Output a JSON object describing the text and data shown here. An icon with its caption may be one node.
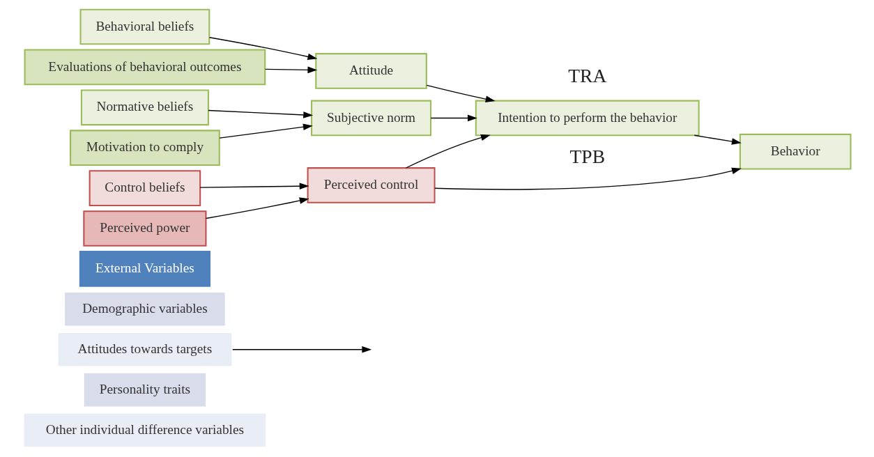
{
  "diagram": {
    "nodes": [
      {
        "text": [
          "External Variables"
        ]
      },
      {
        "text": [
          "Demographic variables"
        ]
      },
      {
        "text": [
          "Attitudes towards targets"
        ]
      },
      {
        "text": [
          "Personality traits"
        ]
      },
      {
        "text": [
          "Other individual difference variables"
        ]
      },
      {
        "text": [
          "Behavioral beliefs"
        ]
      },
      {
        "text": [
          "Evaluations of behavioral outcomes"
        ]
      },
      {
        "text": [
          "Normative beliefs"
        ]
      },
      {
        "text": [
          "Motivation to comply"
        ]
      },
      {
        "text": [
          "Control beliefs"
        ]
      },
      {
        "text": [
          "Perceived power"
        ]
      },
      {
        "text": [
          "Attitude"
        ]
      },
      {
        "text": [
          "Subjective norm"
        ]
      },
      {
        "text": [
          "Perceived control"
        ]
      },
      {
        "text": [
          "Intention to perform the behavior"
        ]
      },
      {
        "text": [
          "Behavior"
        ]
      }
    ],
    "edges": [
      {
        "from": 2,
        "to": null,
        "arrow": "to"
      },
      {
        "from": 5,
        "to": 11,
        "arrow": "to"
      },
      {
        "from": 6,
        "to": 11,
        "arrow": "to"
      },
      {
        "from": 7,
        "to": 12,
        "arrow": "to"
      },
      {
        "from": 8,
        "to": 12,
        "arrow": "to"
      },
      {
        "from": 9,
        "to": 13,
        "arrow": "to"
      },
      {
        "from": 10,
        "to": 13,
        "arrow": "to"
      },
      {
        "from": 11,
        "to": 14,
        "arrow": "to"
      },
      {
        "from": 12,
        "to": 14,
        "arrow": "to"
      },
      {
        "from": 13,
        "to": 14,
        "arrow": "to"
      },
      {
        "from": 14,
        "to": 15,
        "arrow": "to"
      },
      {
        "from": 13,
        "to": 15,
        "arrow": "to"
      }
    ],
    "labels": [
      "TRA",
      "TPB"
    ]
  }
}
